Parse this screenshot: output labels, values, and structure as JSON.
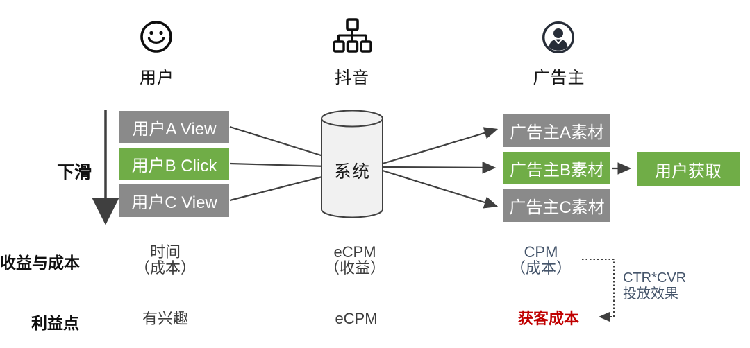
{
  "header": {
    "user": {
      "label": "用户",
      "icon": "smiley-icon"
    },
    "douyin": {
      "label": "抖音",
      "icon": "org-chart-icon"
    },
    "advertiser": {
      "label": "广告主",
      "icon": "person-icon"
    }
  },
  "scroll": {
    "label": "下滑"
  },
  "user_boxes": [
    {
      "label": "用户A View",
      "variant": "gray"
    },
    {
      "label": "用户B Click",
      "variant": "green"
    },
    {
      "label": "用户C View",
      "variant": "gray"
    }
  ],
  "system": {
    "label": "系统"
  },
  "advertiser_boxes": [
    {
      "label": "广告主A素材",
      "variant": "gray"
    },
    {
      "label": "广告主B素材",
      "variant": "green"
    },
    {
      "label": "广告主C素材",
      "variant": "gray"
    }
  ],
  "acquisition": {
    "label": "用户获取"
  },
  "rows": {
    "revenue_cost": {
      "label": "收益与成本",
      "user_line1": "时间",
      "user_line2": "（成本）",
      "douyin_line1": "eCPM",
      "douyin_line2": "（收益）",
      "advertiser_line1": "CPM",
      "advertiser_line2": "（成本）"
    },
    "interest": {
      "label": "利益点",
      "user": "有兴趣",
      "douyin": "eCPM",
      "advertiser": "获客成本"
    }
  },
  "annotation": {
    "line1": "CTR*CVR",
    "line2": "投放效果"
  },
  "colors": {
    "box_gray": "#8a8a8a",
    "box_green": "#70ad47",
    "line_dark": "#3f3f3f",
    "navy_text": "#44546a",
    "red_text": "#c00000",
    "cylinder_fill": "#f1f1f1"
  }
}
